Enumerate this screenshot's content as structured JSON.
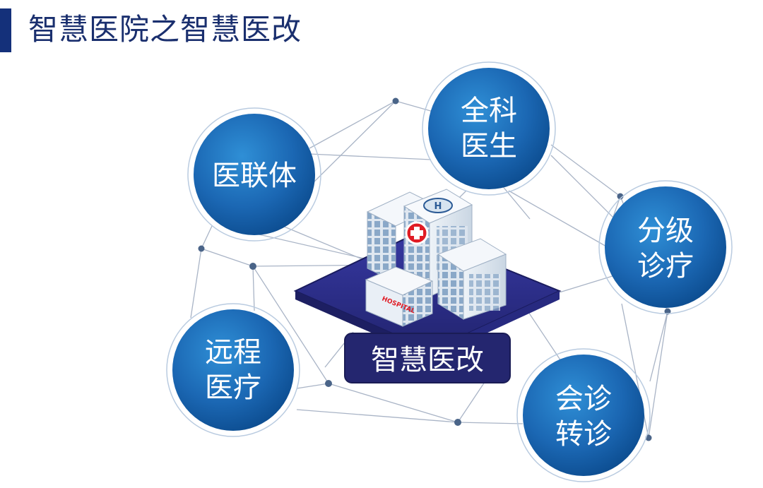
{
  "header": {
    "title": "智慧医院之智慧医改"
  },
  "center": {
    "label": "智慧医改",
    "building_sign": "HOSPITAL"
  },
  "nodes": [
    {
      "id": "yiliánti",
      "lines": [
        "医联体"
      ]
    },
    {
      "id": "quanke",
      "lines": [
        "全科",
        "医生"
      ]
    },
    {
      "id": "fenji",
      "lines": [
        "分级",
        "诊疗"
      ]
    },
    {
      "id": "yuancheng",
      "lines": [
        "远程",
        "医疗"
      ]
    },
    {
      "id": "huizhen",
      "lines": [
        "会诊",
        "转诊"
      ]
    }
  ],
  "colors": {
    "accent": "#14307a",
    "circle_inner": "#1e6fb8",
    "circle_edge": "#0d4f93",
    "platform": "#2b2d8c",
    "network_line": "#a9b4c6",
    "network_dot": "#4a6488"
  },
  "icons": [
    "hospital-building-icon",
    "red-cross-icon",
    "helipad-icon"
  ]
}
